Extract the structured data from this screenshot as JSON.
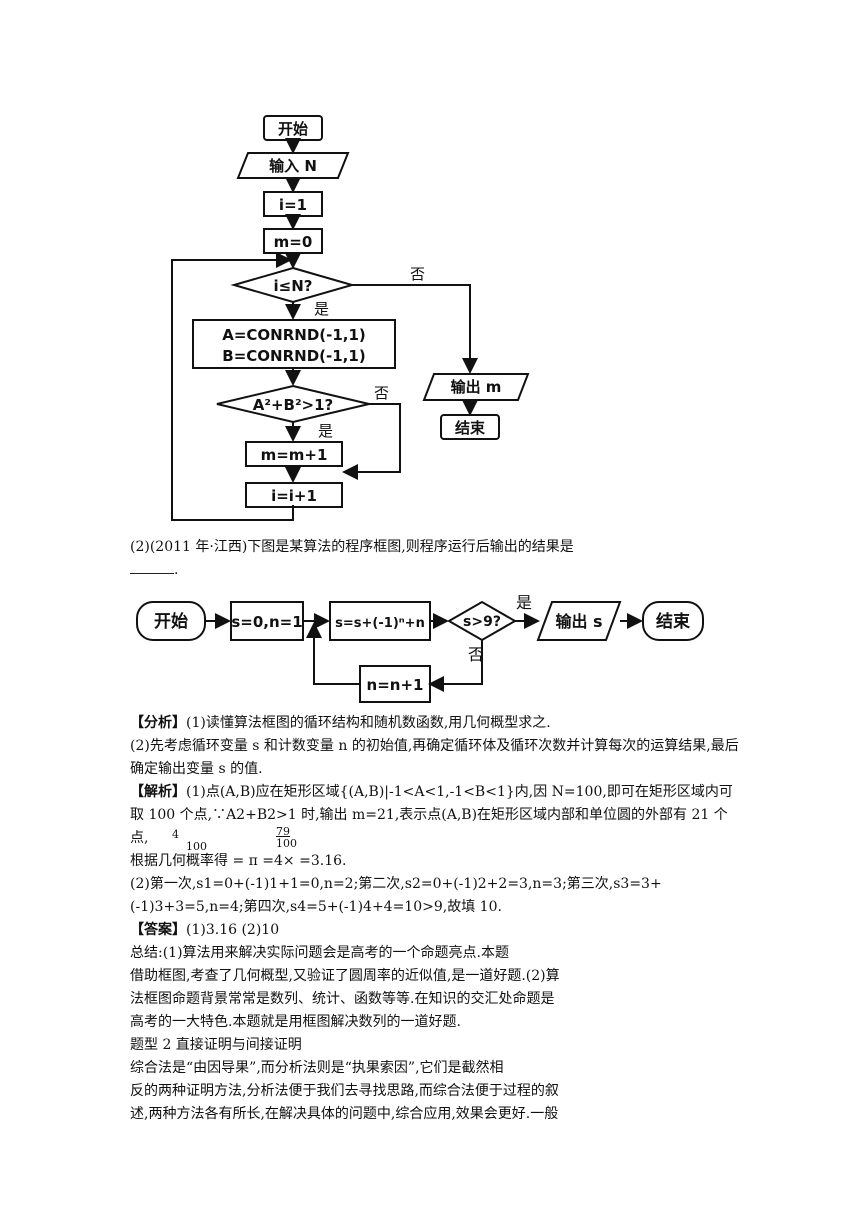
{
  "flowchart1": {
    "start": "开始",
    "input": "输入 N",
    "init_i": "i=1",
    "init_m": "m=0",
    "cond1": "i≤N?",
    "no1": "否",
    "yes1": "是",
    "assign_a": "A=CONRND(-1,1)",
    "assign_b": "B=CONRND(-1,1)",
    "cond2": "A²+B²>1?",
    "no2": "否",
    "yes2": "是",
    "inc_m": "m=m+1",
    "inc_i": "i=i+1",
    "output": "输出 m",
    "end": "结束"
  },
  "question2": {
    "text": "(2)(2011 年·江西)下图是某算法的程序框图,则程序运行后输出的结果是",
    "tail": "."
  },
  "flowchart2": {
    "start": "开始",
    "init": "s=0,n=1",
    "update": "s=s+(-1)ⁿ+n",
    "cond": "s>9?",
    "yes": "是",
    "no": "否",
    "output": "输出 s",
    "end": "结束",
    "inc": "n=n+1"
  },
  "analysis": {
    "head": "【分析】",
    "line1": "(1)读懂算法框图的循环结构和随机数函数,用几何概型求之.",
    "line2": "(2)先考虑循环变量 s 和计数变量 n 的初始值,再确定循环体及循环次数并计算每次的运算结果,最后确定输出变量 s 的值."
  },
  "solution": {
    "head": "【解析】",
    "line1": "(1)点(A,B)应在矩形区域{(A,B)|-1<A<1,-1<B<1}内,因 N=100,即可在矩形区域内可取 100 个点,∵A2+B2>1 时,输出 m=21,表示点(A,B)在矩形区域内部和单位圆的外部有 21 个点,",
    "line2": "根据几何概率得      =    π =4×          =3.16.",
    "line3": "(2)第一次,s1=0+(-1)1+1=0,n=2;第二次,s2=0+(-1)2+2=3,n=3;第三次,s3=3+(-1)3+3=5,n=4;第四次,s4=5+(-1)4+4=10>9,故填 10.",
    "frac_num": "79",
    "frac_den": "100",
    "frac_left": "4",
    "frac_left2": "100"
  },
  "answer": {
    "head": "【答案】",
    "text": "(1)3.16    (2)10"
  },
  "summary": {
    "l1": "总结:(1)算法用来解决实际问题会是高考的一个命题亮点.本题",
    "l2": "借助框图,考查了几何概型,又验证了圆周率的近似值,是一道好题.(2)算",
    "l3": "法框图命题背景常常是数列、统计、函数等等.在知识的交汇处命题是",
    "l4": "高考的一大特色.本题就是用框图解决数列的一道好题.",
    "l5": "题型 2  直接证明与间接证明",
    "l6": "综合法是“由因导果”,而分析法则是“执果索因”,它们是截然相",
    "l7": "反的两种证明方法,分析法便于我们去寻找思路,而综合法便于过程的叙",
    "l8": "述,两种方法各有所长,在解决具体的问题中,综合应用,效果会更好.一般"
  }
}
